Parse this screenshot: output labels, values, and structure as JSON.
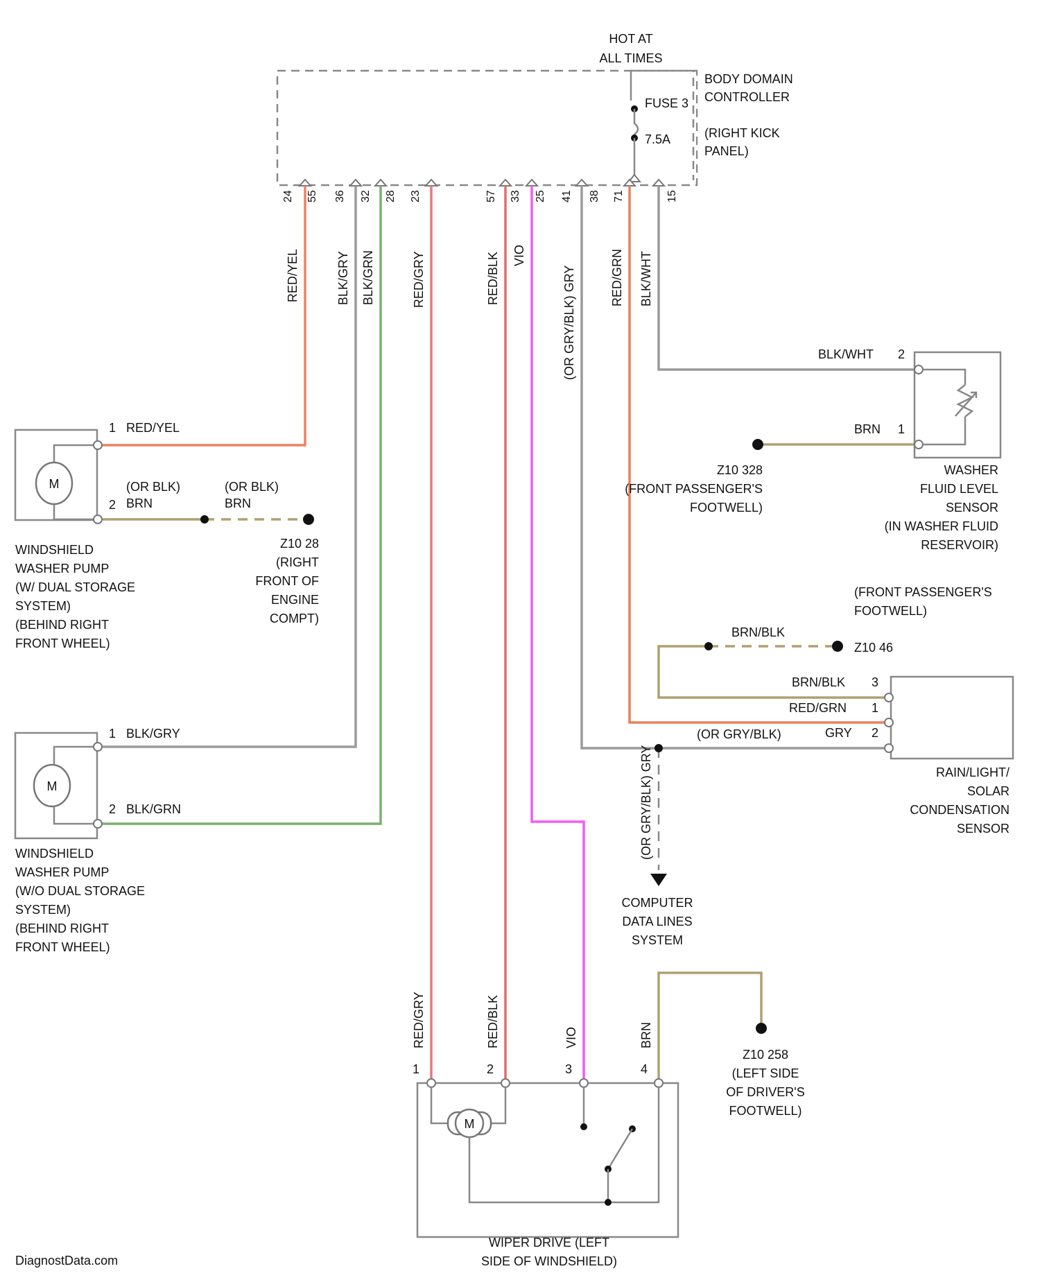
{
  "colors": {
    "red_yel": "#f08060",
    "red_gry": "#e87a7a",
    "red_blk": "#e46b6b",
    "vio": "#f25cf2",
    "red_grn": "#e8805a",
    "brn": "#b0a070",
    "blk_grn": "#7ab070",
    "gray": "#9a9a9a"
  },
  "supply": {
    "hot_line1": "HOT AT",
    "hot_line2": "ALL TIMES"
  },
  "controller": {
    "line1": "BODY DOMAIN",
    "line2": "CONTROLLER",
    "line3": "(RIGHT KICK",
    "line4": "PANEL)",
    "fuse_label": "FUSE 3",
    "fuse_rating": "7.5A",
    "pins": [
      "24",
      "55",
      "36",
      "32",
      "28",
      "23",
      "57",
      "33",
      "25",
      "41",
      "38",
      "71",
      "15"
    ]
  },
  "wire_labels": {
    "red_yel": "RED/YEL",
    "blk_gry": "BLK/GRY",
    "blk_grn": "BLK/GRN",
    "red_gry": "RED/GRY",
    "red_blk": "RED/BLK",
    "vio": "VIO",
    "or_gry_blk_gry": "(OR GRY/BLK) GRY",
    "red_grn": "RED/GRN",
    "blk_wht": "BLK/WHT"
  },
  "washer_pump_1": {
    "label_lines": [
      "WINDSHIELD",
      "WASHER PUMP",
      "(W/ DUAL STORAGE",
      "SYSTEM)",
      "(BEHIND RIGHT",
      "FRONT WHEEL)"
    ],
    "motor_symbol": "M",
    "pin1": "1",
    "pin1_wire": "RED/YEL",
    "pin2": "2",
    "pin2_wire_a": "(OR BLK)",
    "pin2_wire_b": "BRN",
    "ground_wire_a": "(OR BLK)",
    "ground_wire_b": "BRN",
    "ground_lines": [
      "Z10 28",
      "(RIGHT",
      "FRONT OF",
      "ENGINE",
      "COMPT)"
    ]
  },
  "washer_pump_2": {
    "label_lines": [
      "WINDSHIELD",
      "WASHER PUMP",
      "(W/O DUAL STORAGE",
      "SYSTEM)",
      "(BEHIND RIGHT",
      "FRONT WHEEL)"
    ],
    "motor_symbol": "M",
    "pin1": "1",
    "pin1_wire": "BLK/GRY",
    "pin2": "2",
    "pin2_wire": "BLK/GRN"
  },
  "fluid_sensor": {
    "label_lines": [
      "WASHER",
      "FLUID LEVEL",
      "SENSOR",
      "(IN WASHER FLUID",
      "RESERVOIR)"
    ],
    "pin2": "2",
    "pin2_wire": "BLK/WHT",
    "pin1": "1",
    "pin1_wire": "BRN",
    "ground_lines": [
      "Z10 328",
      "(FRONT PASSENGER'S",
      "FOOTWELL)"
    ]
  },
  "rain_sensor": {
    "label_lines": [
      "RAIN/LIGHT/",
      "SOLAR",
      "CONDENSATION",
      "SENSOR"
    ],
    "ground_location": [
      "(FRONT PASSENGER'S",
      "FOOTWELL)"
    ],
    "ground_id": "Z10 46",
    "ground_wire": "BRN/BLK",
    "pin3": "3",
    "pin3_wire": "BRN/BLK",
    "pin1": "1",
    "pin1_wire": "RED/GRN",
    "pin2": "2",
    "pin2_wire": "GRY",
    "pin2_wire_alt": "(OR GRY/BLK)",
    "data_wire": "(OR GRY/BLK) GRY"
  },
  "data_lines": {
    "lines": [
      "COMPUTER",
      "DATA LINES",
      "SYSTEM"
    ]
  },
  "wiper": {
    "label_lines": [
      "WIPER DRIVE (LEFT",
      "SIDE OF WINDSHIELD)"
    ],
    "motor_symbol": "M",
    "pins": [
      "1",
      "2",
      "3",
      "4"
    ],
    "wires": [
      "RED/GRY",
      "RED/BLK",
      "VIO",
      "BRN"
    ],
    "ground_lines": [
      "Z10 258",
      "(LEFT SIDE",
      "OF DRIVER'S",
      "FOOTWELL)"
    ]
  },
  "footer": {
    "watermark": "DiagnostData.com"
  }
}
